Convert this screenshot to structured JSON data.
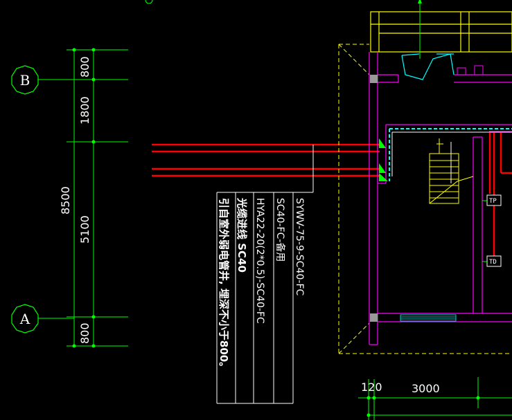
{
  "grid_axes": {
    "b": "B",
    "a": "A"
  },
  "dimensions": {
    "vertical_total": "8500",
    "vertical_segments": [
      "800",
      "1800",
      "5100",
      "800"
    ],
    "horizontal": [
      "120",
      "3000"
    ]
  },
  "cable_notes": [
    "SYWV-75-9-SC40-FC",
    "SC40-FC-备用",
    "HYA22-20(2*0.5)-SC40-FC",
    "光缆进线 SC40",
    "引自室外弱电管井, 埋深不小于800。"
  ],
  "equipment_tags": [
    "TP",
    "TD"
  ],
  "colors": {
    "background": "#000000",
    "green": "#00ff00",
    "red": "#ff0000",
    "yellow": "#ffff00",
    "magenta": "#ff00ff",
    "cyan": "#00ffff",
    "white": "#ffffff"
  }
}
